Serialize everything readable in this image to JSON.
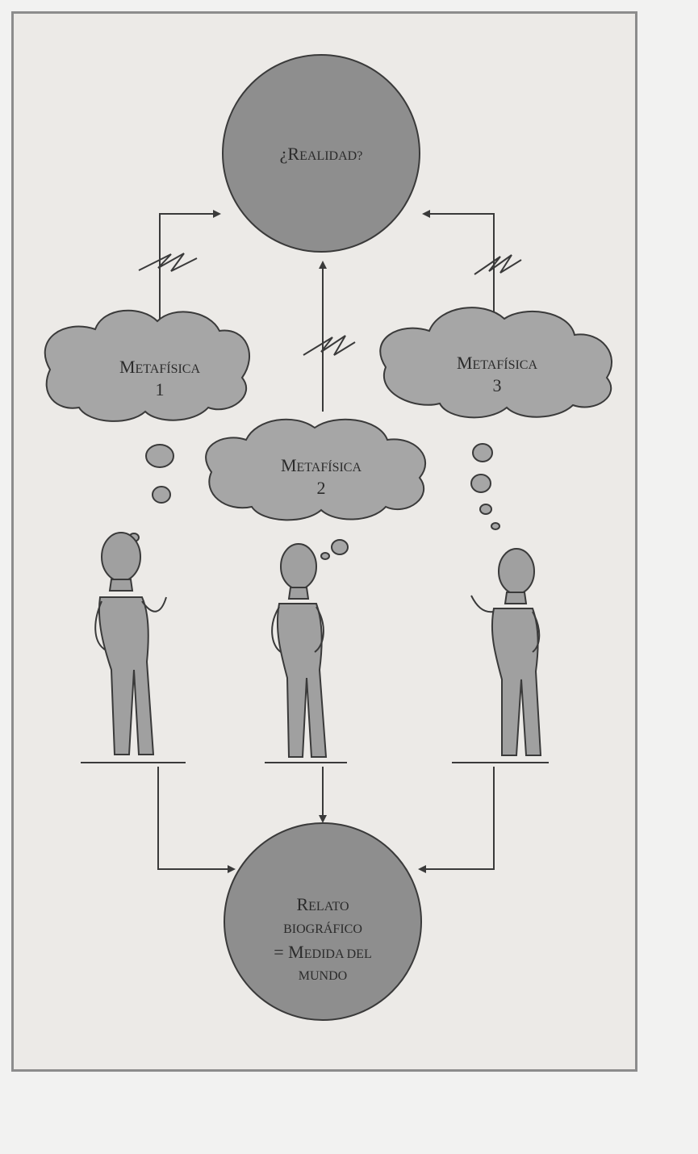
{
  "diagram": {
    "reality": {
      "line1": "¿R",
      "line1_sc": "EALIDAD?"
    },
    "metaphysics": [
      {
        "word_cap": "M",
        "word_sc": "ETAFÍSICA",
        "number": "1"
      },
      {
        "word_cap": "M",
        "word_sc": "ETAFÍSICA",
        "number": "2"
      },
      {
        "word_cap": "M",
        "word_sc": "ETAFÍSICA",
        "number": "3"
      }
    ],
    "story": {
      "l1_cap": "R",
      "l1_sc": "ELATO",
      "l2": "BIOGRÁFICO",
      "l3_cap": "= M",
      "l3_sc": "EDIDA DEL",
      "l4": "MUNDO"
    },
    "colors": {
      "circle": "#8e8e8e",
      "cloud": "#a6a6a6",
      "line": "#3a3a3a",
      "figure": "#a0a0a0"
    }
  }
}
